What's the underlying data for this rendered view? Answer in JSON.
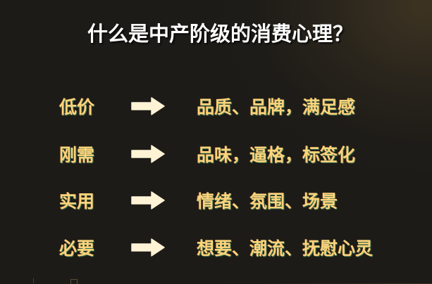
{
  "slide": {
    "title": "什么是中产阶级的消费心理？",
    "rows": [
      {
        "left": "低价",
        "arrow": "right-arrow-icon",
        "right": "品质、品牌，满足感"
      },
      {
        "left": "刚需",
        "arrow": "right-arrow-icon",
        "right": "品味，逼格，标签化"
      },
      {
        "left": "实用",
        "arrow": "right-arrow-icon",
        "right": "情绪、氛围、场景"
      },
      {
        "left": "必要",
        "arrow": "right-arrow-icon",
        "right": "想要、潮流、抚慰心灵"
      }
    ],
    "colors": {
      "background": "#1d1b17",
      "title": "#ffffff",
      "text_accent": "#ffd37a",
      "arrow": "#fff3d6"
    }
  }
}
